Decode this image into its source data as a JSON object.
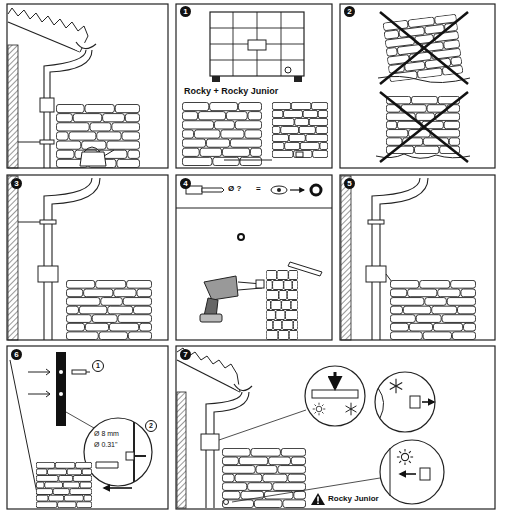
{
  "diagram": {
    "labels": [
      "1",
      "2",
      "3",
      "4",
      "5",
      "6",
      "7",
      "Rocky + Rocky Junior",
      "Ø ?",
      "=",
      "1",
      "2",
      "Ø 8 mm",
      "Ø 0.31\"",
      "Rocky Junior"
    ]
  }
}
